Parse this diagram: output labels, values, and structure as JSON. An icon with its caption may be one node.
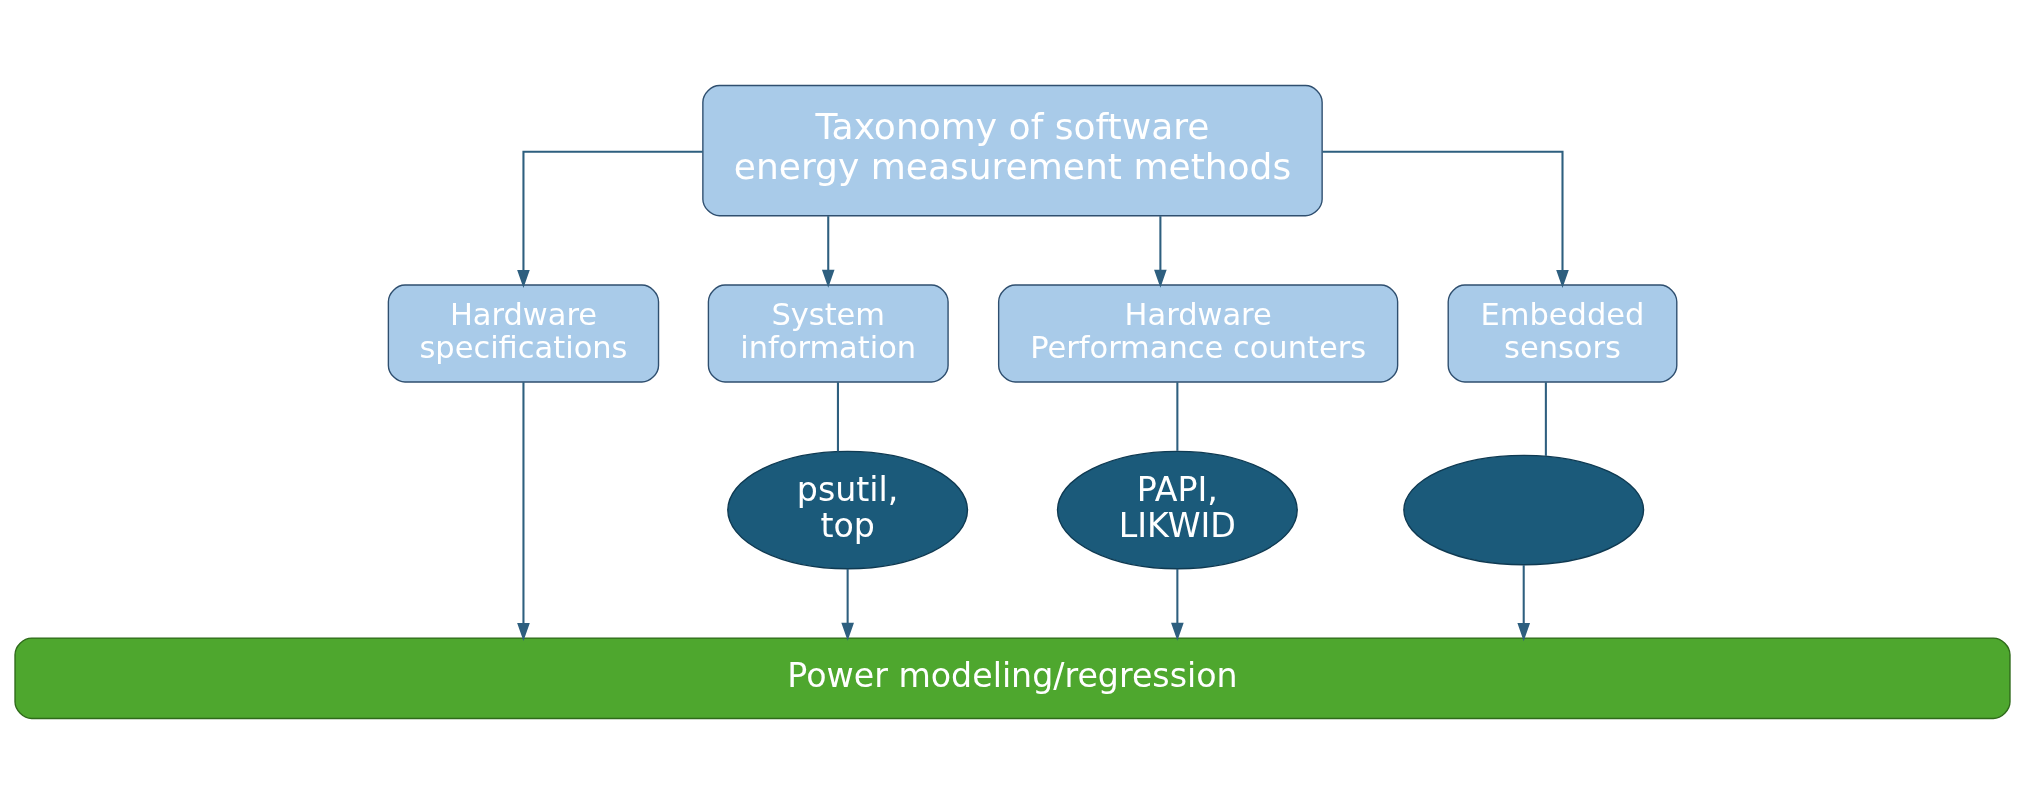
{
  "diagram": {
    "nodes": [
      {
        "text": [
          "Taxonomy of software energy measurement methods"
        ]
      },
      {
        "text": [
          "Hardware specifications"
        ]
      },
      {
        "text": [
          "System information"
        ]
      },
      {
        "text": [
          "Hardware Performance counters"
        ]
      },
      {
        "text": [
          "Embedded sensors"
        ]
      },
      {
        "text": [
          "psutil, top"
        ]
      },
      {
        "text": [
          "PAPI, LIKWID"
        ]
      },
      {
        "text": [],
        "shape": "ellipse"
      },
      {
        "text": [
          "Power modeling/regression"
        ]
      }
    ],
    "edges": [
      {
        "from": 0,
        "to": 1,
        "arrow": "to"
      },
      {
        "from": 0,
        "to": 2,
        "arrow": "to"
      },
      {
        "from": 0,
        "to": 3,
        "arrow": "to"
      },
      {
        "from": 0,
        "to": 4,
        "arrow": "to"
      },
      {
        "from": 1,
        "to": 8,
        "arrow": "to"
      },
      {
        "from": 2,
        "to": 5,
        "arrow": "none"
      },
      {
        "from": 5,
        "to": 8,
        "arrow": "to"
      },
      {
        "from": 3,
        "to": 6,
        "arrow": "none"
      },
      {
        "from": 6,
        "to": 8,
        "arrow": "to"
      },
      {
        "from": 4,
        "to": 7,
        "arrow": "none"
      },
      {
        "from": 7,
        "to": 8,
        "arrow": "to"
      }
    ]
  }
}
